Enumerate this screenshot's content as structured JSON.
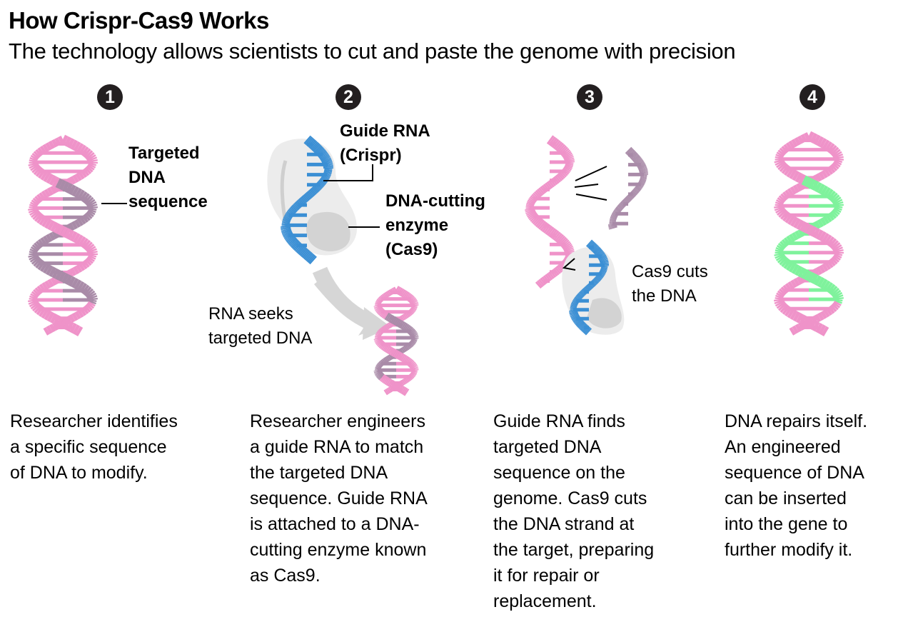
{
  "header": {
    "title": "How Crispr-Cas9 Works",
    "subtitle": "The technology allows scientists to cut and paste the genome with precision"
  },
  "colors": {
    "dna_pink": "#ef93c9",
    "target_purple": "#a98ba8",
    "guide_rna_blue": "#3b8fd4",
    "inserted_green": "#7ff29c",
    "enzyme_light": "#ececec",
    "enzyme_dark": "#d3d3d3",
    "arrow_gray": "#d6d6d6",
    "badge": "#231f20"
  },
  "steps": [
    {
      "number": "1",
      "labels": {
        "targeted_dna": "Targeted\nDNA\nsequence"
      },
      "description": "Researcher identifies\na specific sequence\nof DNA to modify."
    },
    {
      "number": "2",
      "labels": {
        "guide_rna": "Guide RNA\n(Crispr)",
        "enzyme": "DNA-cutting\nenzyme\n(Cas9)",
        "seeks": "RNA seeks\ntargeted DNA"
      },
      "description": "Researcher engineers\na guide RNA to match\nthe targeted DNA\nsequence. Guide RNA\nis attached to a DNA-\ncutting enzyme known\nas Cas9."
    },
    {
      "number": "3",
      "labels": {
        "cuts": "Cas9 cuts\nthe DNA"
      },
      "description": "Guide RNA finds\ntargeted DNA\nsequence on the\ngenome. Cas9 cuts\nthe DNA strand at\nthe target, preparing\nit for repair or\nreplacement."
    },
    {
      "number": "4",
      "labels": {},
      "description": "DNA repairs itself.\nAn engineered\nsequence of DNA\ncan be inserted\ninto the gene to\nfurther modify it."
    }
  ]
}
